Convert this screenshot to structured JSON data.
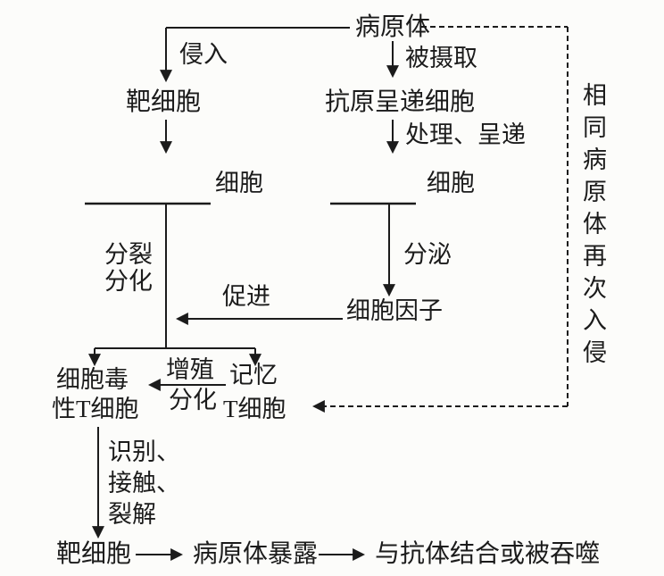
{
  "diagram": {
    "top": {
      "pathogen": "病原体",
      "invade_label": "侵入",
      "ingest_label": "被摄取"
    },
    "left_branch": {
      "target_cell": "靶细胞",
      "blank_cell_suffix": "细胞",
      "divide_label": "分裂",
      "differentiate_label": "分化"
    },
    "right_branch": {
      "apc": "抗原呈递细胞",
      "process_label": "处理、呈递",
      "blank_cell_suffix": "细胞",
      "secrete_label": "分泌",
      "cytokine": "细胞因子",
      "promote_label": "促进"
    },
    "effector": {
      "cytotoxic_line1": "细胞毒",
      "cytotoxic_line2": "性T细胞",
      "proliferate_label": "增殖",
      "differentiate_label": "分化",
      "memory_line1": "记忆",
      "memory_line2": "T细胞"
    },
    "reinvasion": {
      "vertical_label": "相同病原体再次入侵"
    },
    "lysis": {
      "step1": "识别、",
      "step2": "接触、",
      "step3": "裂解"
    },
    "bottom": {
      "target_cell": "靶细胞",
      "exposed": "病原体暴露",
      "result": "与抗体结合或被吞噬"
    },
    "colors": {
      "ink": "#1b1b1b",
      "paper": "#fcfcfa"
    }
  }
}
